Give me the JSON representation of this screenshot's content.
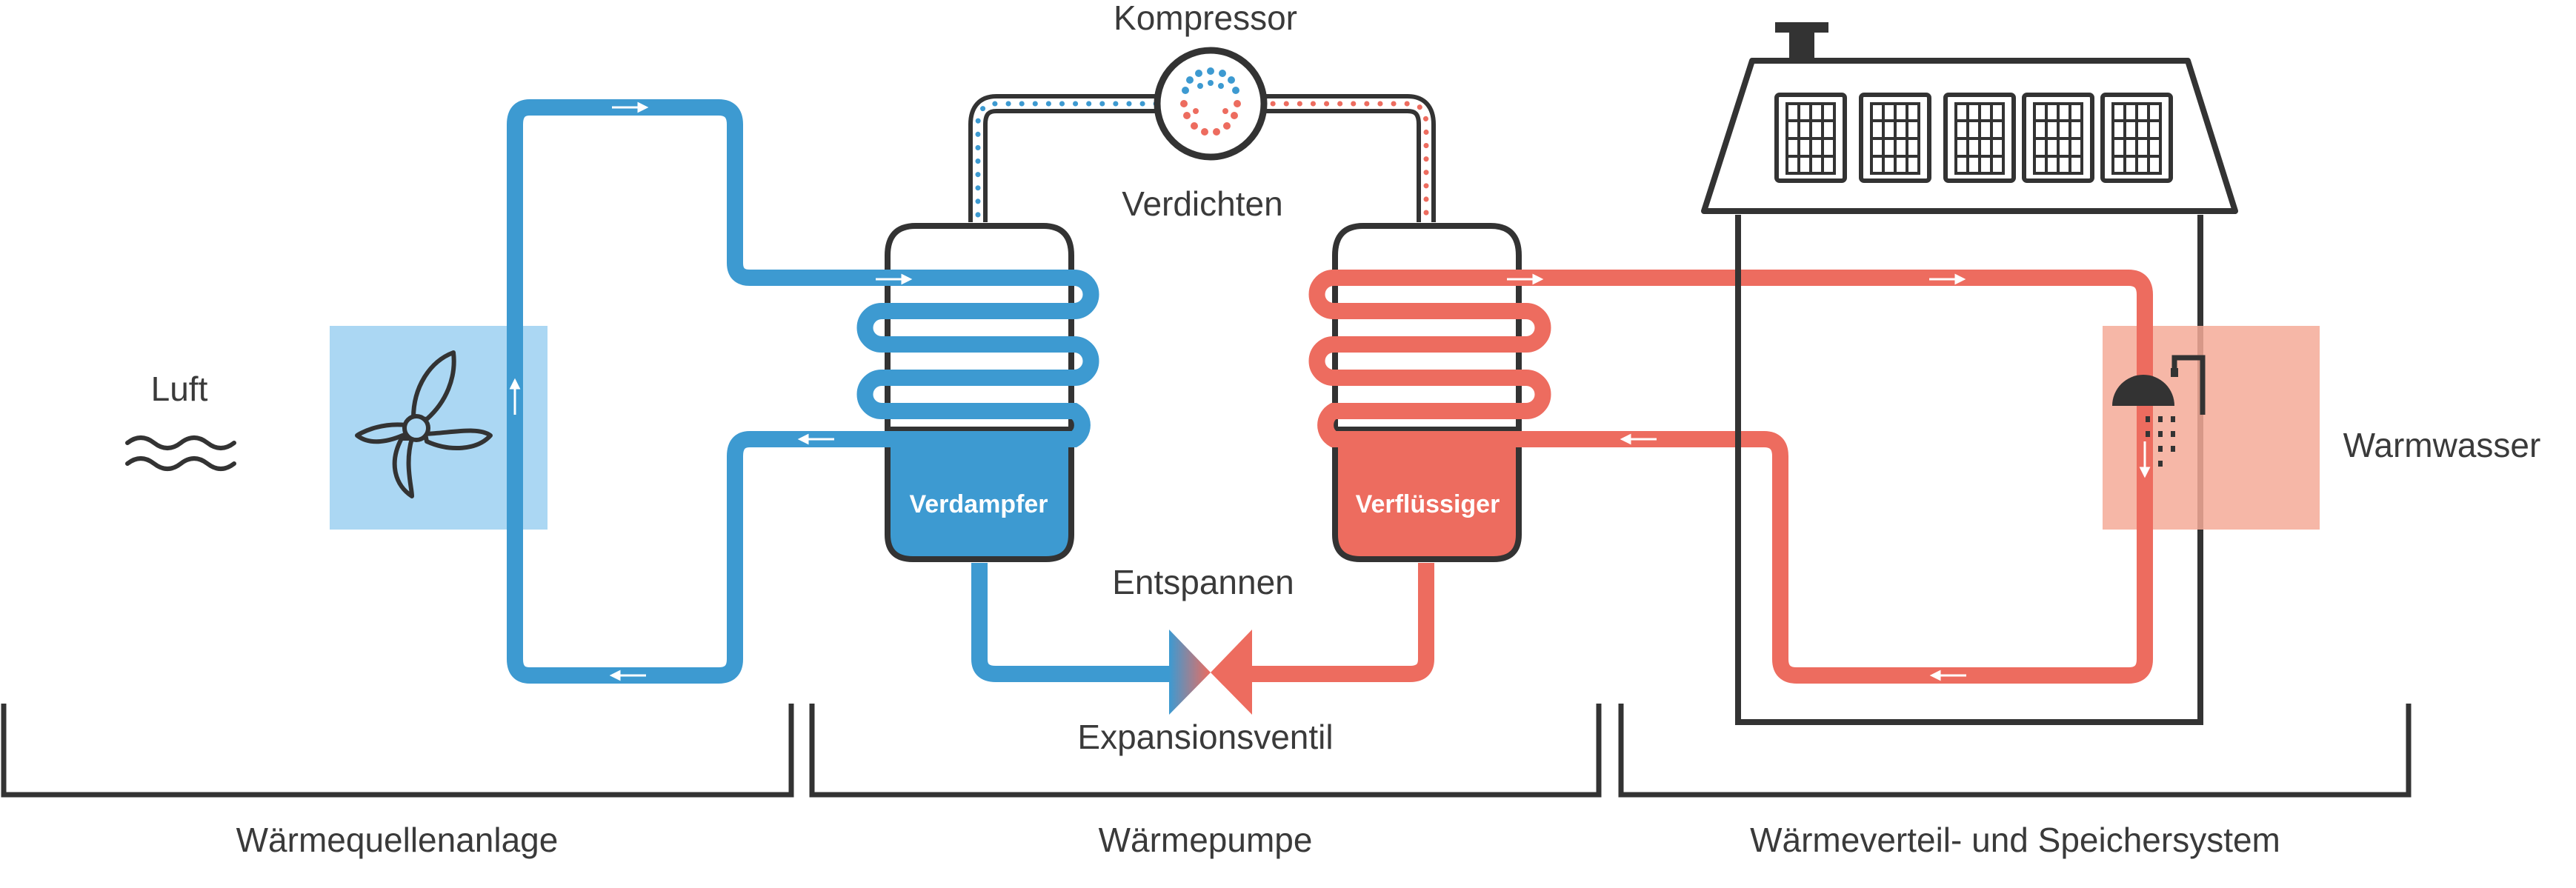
{
  "labels": {
    "kompressor": "Kompressor",
    "verdichten": "Verdichten",
    "entspannen": "Entspannen",
    "expansionsventil": "Expansionsventil",
    "verdampfer": "Verdampfer",
    "verfluessiger": "Verflüssiger",
    "luft": "Luft",
    "warmwasser": "Warmwasser"
  },
  "sections": {
    "source": "Wärmequellenanlage",
    "pump": "Wärmepumpe",
    "distribution": "Wärmeverteil- und Speichersystem"
  },
  "colors": {
    "blue": "#3d9ad1",
    "blue_light": "#abd7f3",
    "red": "#ed6c5f",
    "red_light": "#f4aa98",
    "outline": "#333333",
    "text": "#3a3a3a"
  },
  "icons": [
    "fan-icon",
    "wave-icon",
    "shower-icon",
    "compressor-icon",
    "solar-panel-icon",
    "chimney-icon"
  ]
}
